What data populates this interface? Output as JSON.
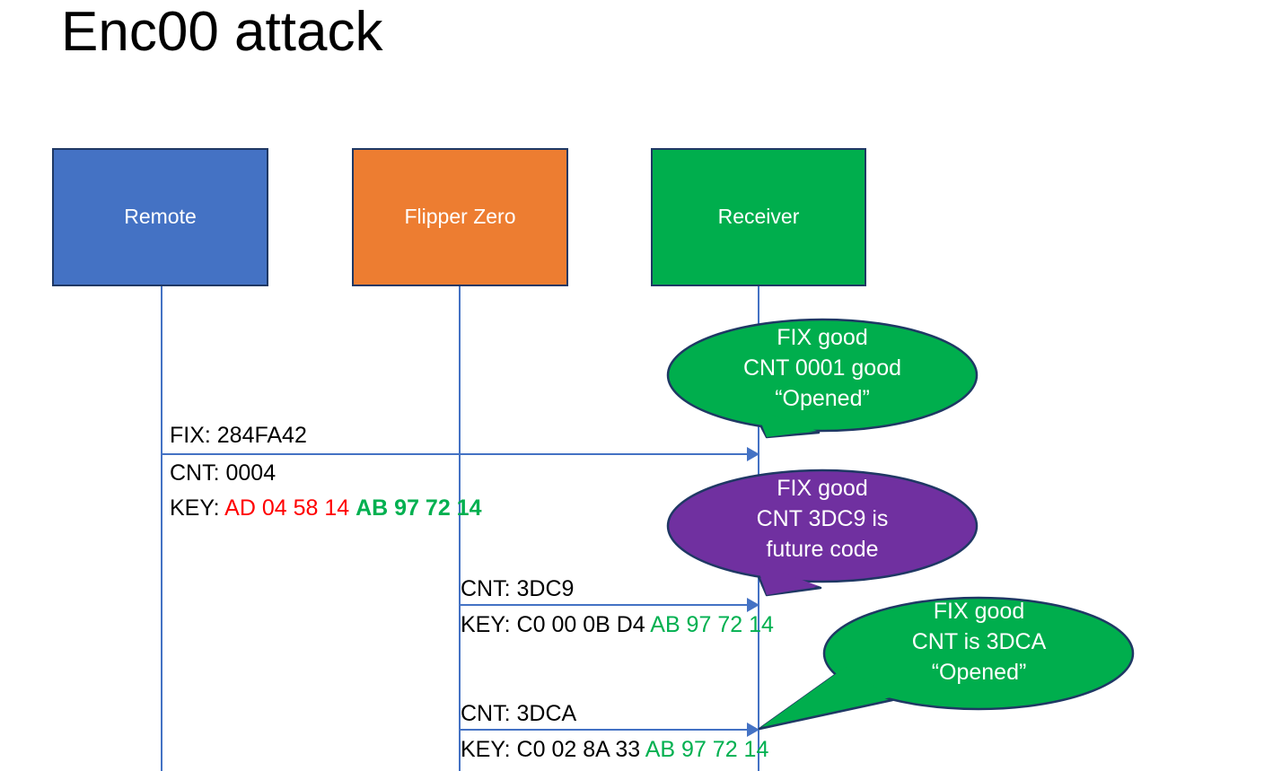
{
  "title": "Enc00 attack",
  "actors": [
    {
      "name": "remote",
      "label": "Remote",
      "color": "#4472C4"
    },
    {
      "name": "flipper",
      "label": "Flipper Zero",
      "color": "#ED7D31"
    },
    {
      "name": "receiver",
      "label": "Receiver",
      "color": "#00AE4D"
    }
  ],
  "messages": [
    {
      "name": "remote-to-receiver",
      "fix_label": "FIX: 284FA42",
      "cnt_label": "CNT: 0004",
      "key_prefix": "KEY: ",
      "key_first": "AD 04 58 14",
      "key_second": "AB 97 72 14"
    },
    {
      "name": "flipper-future-code",
      "cnt_label": "CNT: 3DC9",
      "key_prefix": "KEY: ",
      "key_first": "C0 00 0B D4",
      "key_second": "AB 97 72 14"
    },
    {
      "name": "flipper-next-code",
      "cnt_label": "CNT: 3DCA",
      "key_prefix": "KEY: ",
      "key_first": "C0 02 8A 33",
      "key_second": "AB 97 72 14"
    }
  ],
  "bubbles": [
    {
      "name": "bubble-fix-good-0001",
      "color": "#00AE4D",
      "lines": [
        "FIX good",
        "CNT 0001 good",
        "“Opened”"
      ]
    },
    {
      "name": "bubble-future-code",
      "color": "#7030A0",
      "lines": [
        "FIX good",
        "CNT 3DC9 is",
        "future code"
      ]
    },
    {
      "name": "bubble-fix-good-3dca",
      "color": "#00AE4D",
      "lines": [
        "FIX good",
        "CNT is 3DCA",
        "“Opened”"
      ]
    }
  ],
  "colors": {
    "blue": "#4472C4",
    "orange": "#ED7D31",
    "green": "#00AE4D",
    "purple": "#7030A0",
    "outline": "#1F3864",
    "key_red": "#FF0000",
    "key_green": "#00B050"
  }
}
